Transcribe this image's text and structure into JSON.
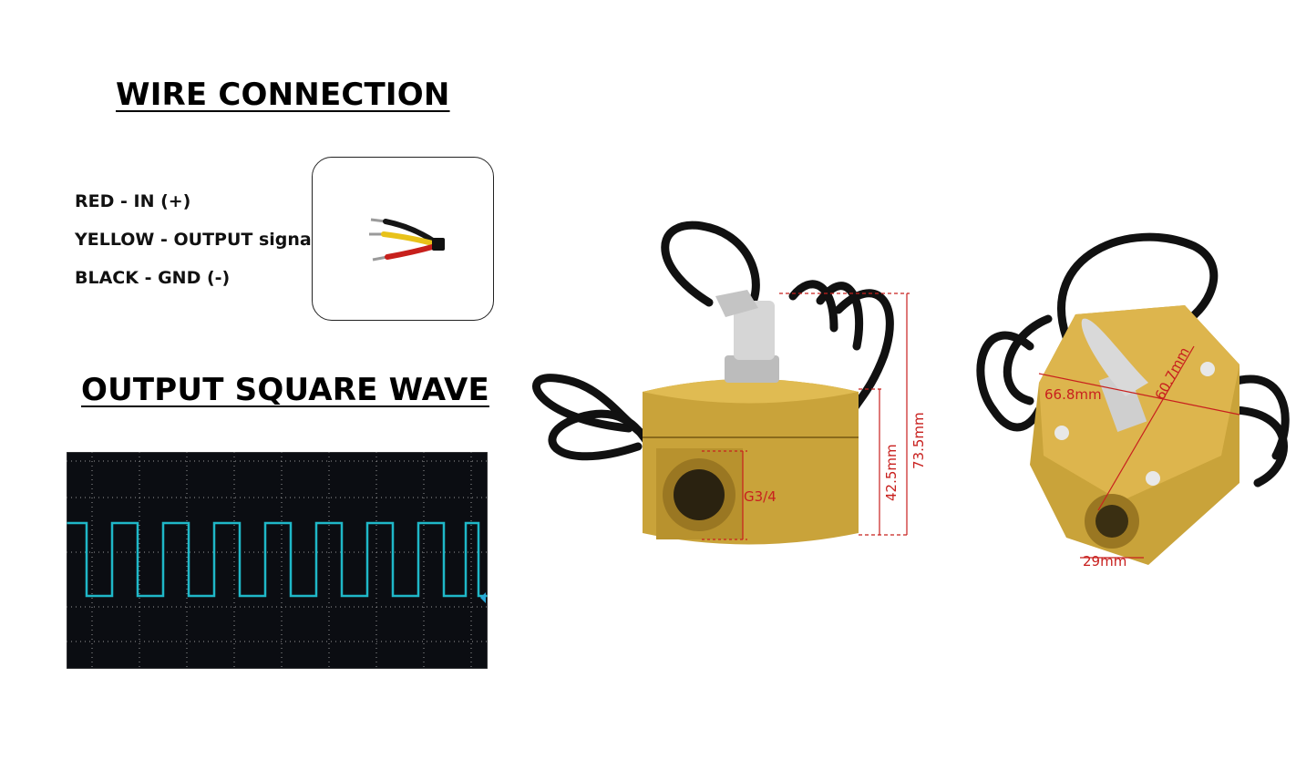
{
  "wire_connection": {
    "title": "WIRE CONNECTION",
    "lines": [
      "RED - IN (+)",
      "YELLOW - OUTPUT signal",
      "BLACK - GND (-)"
    ],
    "wire_colors": [
      "#d8d8d8",
      "#e8c21a",
      "#c7201c"
    ]
  },
  "output_wave": {
    "title": "OUTPUT SQUARE WAVE",
    "trace_color": "#1fb8c8"
  },
  "dimensions": {
    "port": "G3/4",
    "body_height": "42.5mm",
    "total_height": "73.5mm",
    "width": "66.8mm",
    "depth": "60.7mm",
    "port_size": "29mm"
  }
}
